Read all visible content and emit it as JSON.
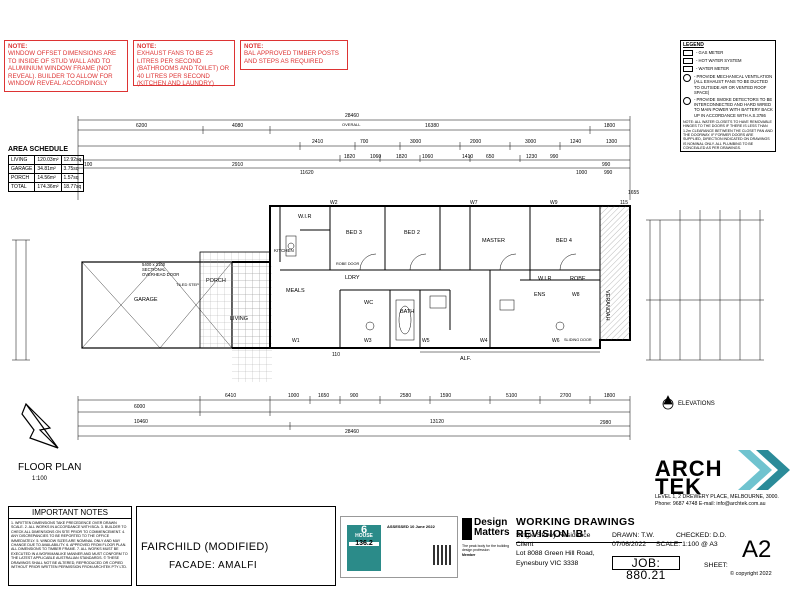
{
  "notes": [
    {
      "title": "NOTE:",
      "text": "WINDOW OFFSET DIMENSIONS ARE TO INSIDE OF STUD WALL AND TO ALUMINIUM WINDOW FRAME (NOT REVEAL). BUILDER TO ALLOW FOR WINDOW REVEAL ACCORDINGLY"
    },
    {
      "title": "NOTE:",
      "text": "EXHAUST FANS TO BE 25 LITRES PER SECOND (BATHROOMS AND TOILET) OR 40 LITRES PER SECOND (KITCHEN AND LAUNDRY)"
    },
    {
      "title": "NOTE:",
      "text": "BAL APPROVED TIMBER POSTS AND STEPS AS REQUIRED"
    }
  ],
  "legend": {
    "title": "LEGEND",
    "items": [
      "- GAS METER",
      "- HOT WATER SYSTEM",
      "- WATER METER",
      "- PROVIDE MECHANICAL VENTILATION (ALL EXHAUST FANS TO BE DUCTED TO OUTSIDE AIR OR VENTED ROOF SPACE)",
      "- PROVIDE SMOKE DETECTORS TO BE INTERCONNECTED AND HARD WIRED TO MAIN POWER WITH BATTERY BACK UP IN ACCORDANCE WITH A.S.3786"
    ],
    "footnote": "NOTE: ALL WATER CLOSETS TO HAVE REMOVABLE HINGES TO THE DOORS IF THERE IS LESS THAN 1.2m CLEARANCE BETWEEN THE CLOSET PAN AND THE DOORWAY. IF FORMER DOORS ARE SUPPLIED, DIRECTION INDICATED ON DRAWINGS IS NOMINAL ONLY. ALL PLUMBING TO BE CONCEALED AS PER DRAWINGS."
  },
  "area_schedule": {
    "title": "AREA SCHEDULE",
    "rows": [
      [
        "LIVING",
        "120.03m²",
        "12.92sq"
      ],
      [
        "GARAGE",
        "34.81m²",
        "3.75sq"
      ],
      [
        "PORCH",
        "14.56m²",
        "1.57sq"
      ],
      [
        "TOTAL",
        "174.36m²",
        "18.77sq"
      ]
    ]
  },
  "dimensions": {
    "overall_width": "28460",
    "overall_label": "OVERALL",
    "top_segments": [
      "6200",
      "4080",
      "16380",
      "1800"
    ],
    "top_sub": [
      "2410",
      "700",
      "3000",
      "2000",
      "3000",
      "1240",
      "1300"
    ],
    "top_inner": [
      "1820",
      "1060",
      "1820",
      "1060",
      "1410",
      "650",
      "1230",
      "990"
    ],
    "second_line": [
      "2910",
      "11620",
      "1000",
      "990"
    ],
    "bottom_segments": [
      "6000",
      "6410",
      "1000",
      "1650",
      "900",
      "2580",
      "1590",
      "5100",
      "2700",
      "1800"
    ],
    "bottom_totals": [
      "10460",
      "13120",
      "28460"
    ],
    "misc": [
      "1655",
      "115",
      "2980",
      "990",
      "110",
      "100"
    ]
  },
  "rooms": [
    "BED 3",
    "BED 2",
    "MASTER",
    "BED 4",
    "ENS",
    "W.I.R",
    "W.I.R",
    "ROBE",
    "BATH",
    "WC",
    "LDRY",
    "MEALS",
    "LIVING",
    "GARAGE",
    "PORCH",
    "VERANDAH",
    "KITCHEN",
    "ALF."
  ],
  "window_labels": [
    "W1",
    "W2",
    "W3",
    "W4",
    "W5",
    "W6",
    "W7",
    "W8",
    "W9"
  ],
  "drawing_notes": [
    "5400 x 2100 SECTIONAL OVERHEAD DOOR",
    "TILED STEP",
    "ROBE DOOR",
    "SLIDING DOOR"
  ],
  "floor_plan": {
    "title": "FLOOR PLAN",
    "scale": "1:100"
  },
  "elevations_label": "ELEVATIONS",
  "important_notes": {
    "title": "IMPORTANT NOTES",
    "text": "1. WRITTEN DIMENSIONS TAKE PRECEDENCE OVER DRAWN SCALE. 2. ALL WORKS IN ACCORDANCE WITH BCA. 3. BUILDER TO CHECK ALL DIMENSIONS ON SITE PRIOR TO COMMENCEMENT. 4. ANY DISCREPANCIES TO BE REPORTED TO THE OFFICE IMMEDIATELY. 5. WINDOW SIZES ARE NOMINAL ONLY AND MAY CHANGE DUE TO AVAILABILITY. 6. APPROVED FROM FLOOR PLAN. ALL DIMENSIONS TO TIMBER FRAME. 7. ALL WORKS MUST BE EXECUTED IN A WORKMANLIKE MANNER AND MUST CONFORM TO THE LATEST APPLICABLE AUSTRALIAN STANDARDS. © THESE DRAWINGS SHALL NOT BE ALTERED, REPRODUCED OR COPIED WITHOUT PRIOR WRITTEN PERMISSION FROM ARCHTEK PTY LTD."
  },
  "design": {
    "name": "FAIRCHILD (MODIFIED)",
    "facade": "FACADE: AMALFI"
  },
  "energy": {
    "stars": "6",
    "label": "HOUSE",
    "rating": "136.2",
    "issued": "ASSESSED 10 June 2022"
  },
  "design_matters": {
    "name": "Design Matters",
    "tagline": "The peak body for the building design profession",
    "member": "Member"
  },
  "title_block": {
    "stage": "WORKING DRAWINGS REVISION 'B'",
    "project": "Single Storey Residence",
    "client_label": "Client",
    "address1": "Lot 8088 Green Hill Road,",
    "address2": "Eynesbury VIC 3338",
    "drawn": "DRAWN:  T.W.",
    "checked": "CHECKED:  D.D.",
    "date": "07/06/2022",
    "scale": "SCALE: 1:100 @ A3",
    "job": "JOB: 880.21",
    "sheet_label": "SHEET:",
    "sheet": "A2",
    "copyright": "© copyright 2022"
  },
  "company": {
    "name1": "ARCH",
    "name2": "TEK",
    "address": "LEVEL 1, 2 DREWERY PLACE, MELBOURNE, 3000.",
    "contact": "Phone: 9687 4748  E-mail: info@archtek.com.au"
  }
}
